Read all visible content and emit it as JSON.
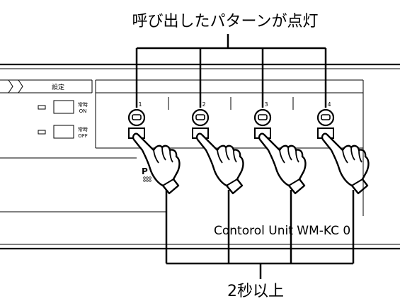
{
  "title_callout": "呼び出したパターンが点灯",
  "bottom_callout": "2秒以上",
  "panel": {
    "settings_tab": "設定",
    "switch_on_label_1": "常時",
    "switch_on_label_2": "ON",
    "switch_off_label_1": "常時",
    "switch_off_label_2": "OFF",
    "unit_label": "Contorol  Unit  WM-KC 0",
    "brand_partial": "P"
  },
  "pattern_buttons": [
    {
      "number": "1"
    },
    {
      "number": "2"
    },
    {
      "number": "3"
    },
    {
      "number": "4"
    }
  ]
}
